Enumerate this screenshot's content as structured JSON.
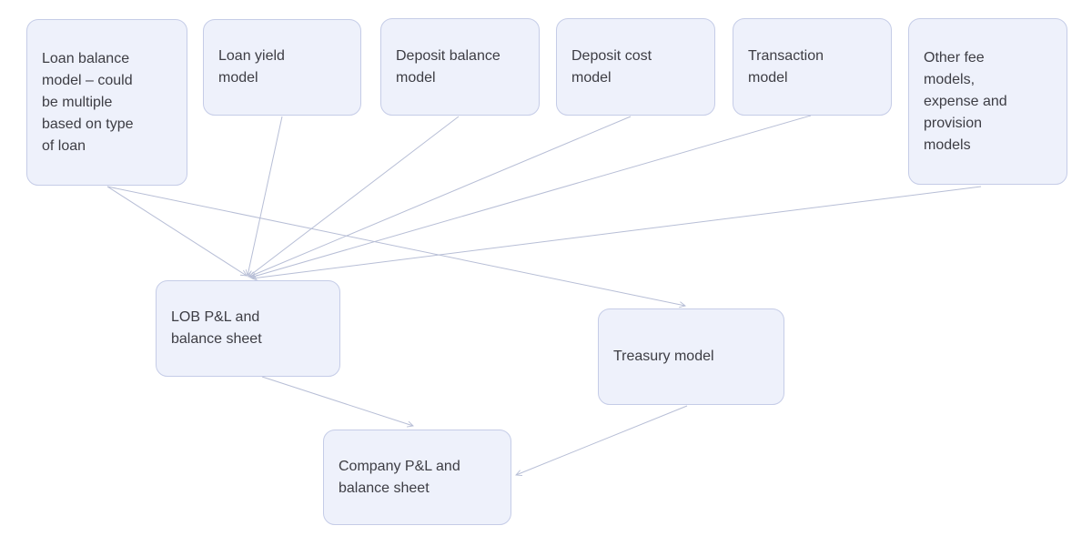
{
  "diagram": {
    "nodes": {
      "loan_balance": {
        "label": "Loan balance\nmodel – could\nbe multiple\nbased on type\nof loan"
      },
      "loan_yield": {
        "label": "Loan yield\nmodel"
      },
      "deposit_balance": {
        "label": "Deposit balance\nmodel"
      },
      "deposit_cost": {
        "label": "Deposit cost\nmodel"
      },
      "transaction": {
        "label": "Transaction\nmodel"
      },
      "other_fee": {
        "label": "Other fee\nmodels,\nexpense and\nprovision\nmodels"
      },
      "lob": {
        "label": "LOB P&L and\nbalance sheet"
      },
      "treasury": {
        "label": "Treasury model"
      },
      "company": {
        "label": "Company P&L and\nbalance sheet"
      }
    },
    "edges": [
      {
        "from": "loan_balance",
        "to": "lob"
      },
      {
        "from": "loan_yield",
        "to": "lob"
      },
      {
        "from": "deposit_balance",
        "to": "lob"
      },
      {
        "from": "deposit_cost",
        "to": "lob"
      },
      {
        "from": "transaction",
        "to": "lob"
      },
      {
        "from": "other_fee",
        "to": "lob"
      },
      {
        "from": "loan_balance",
        "to": "treasury"
      },
      {
        "from": "lob",
        "to": "company"
      },
      {
        "from": "treasury",
        "to": "company"
      }
    ],
    "colors": {
      "node_fill": "#eef1fb",
      "node_border": "#c5cce7",
      "edge_line": "#b7bed6",
      "text": "#3d3d44",
      "background": "#ffffff"
    }
  }
}
